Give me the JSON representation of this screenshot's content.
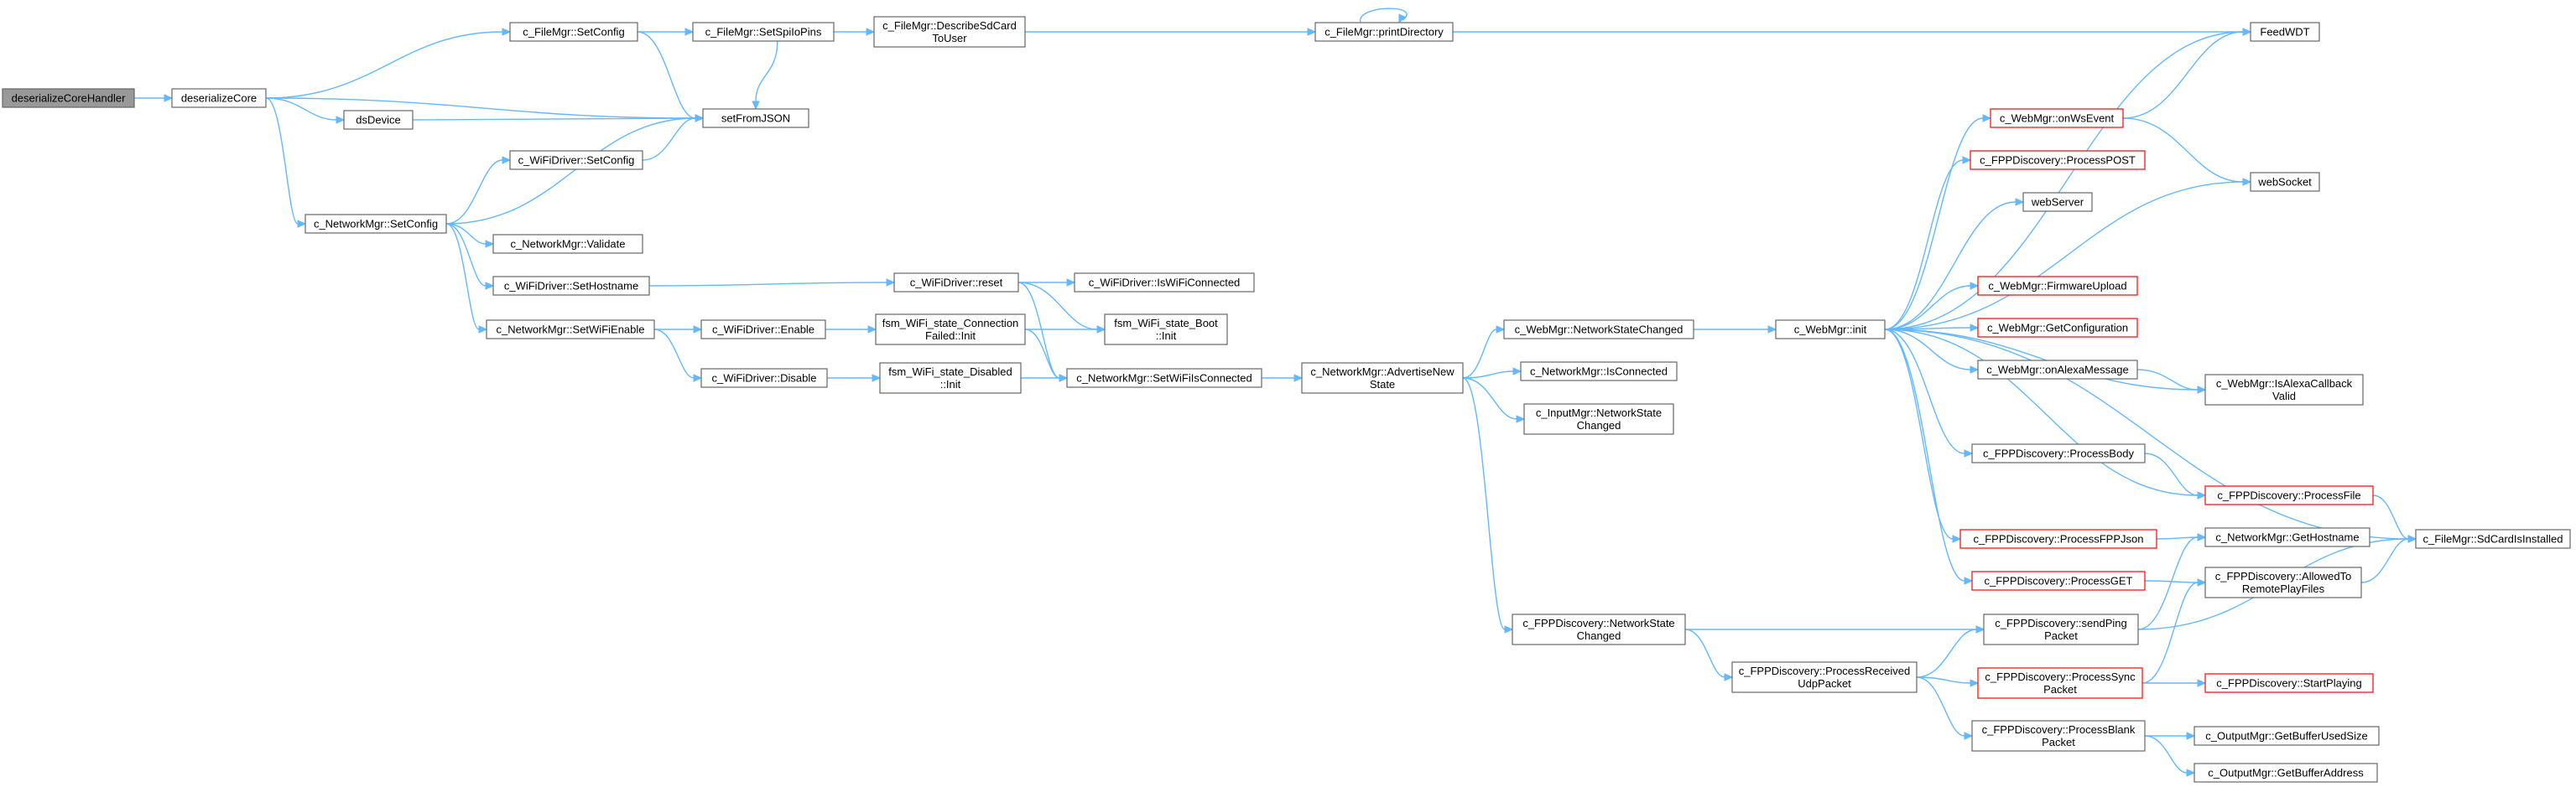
{
  "graph": {
    "nodes": [
      {
        "id": "deserializeCoreHandler",
        "lines": [
          "deserializeCoreHandler"
        ],
        "root": true
      },
      {
        "id": "deserializeCore",
        "lines": [
          "deserializeCore"
        ]
      },
      {
        "id": "FileMgrSetConfig",
        "lines": [
          "c_FileMgr::SetConfig"
        ]
      },
      {
        "id": "FileMgrSetSpiIoPins",
        "lines": [
          "c_FileMgr::SetSpiIoPins"
        ]
      },
      {
        "id": "FileMgrDescribeSdCard",
        "lines": [
          "c_FileMgr::DescribeSdCard",
          "ToUser"
        ]
      },
      {
        "id": "FileMgrPrintDirectory",
        "lines": [
          "c_FileMgr::printDirectory"
        ]
      },
      {
        "id": "FeedWDT",
        "lines": [
          "FeedWDT"
        ]
      },
      {
        "id": "setFromJSON",
        "lines": [
          "setFromJSON"
        ]
      },
      {
        "id": "dsDevice",
        "lines": [
          "dsDevice"
        ]
      },
      {
        "id": "WiFiDriverSetConfig",
        "lines": [
          "c_WiFiDriver::SetConfig"
        ]
      },
      {
        "id": "NetworkMgrSetConfig",
        "lines": [
          "c_NetworkMgr::SetConfig"
        ]
      },
      {
        "id": "NetworkMgrValidate",
        "lines": [
          "c_NetworkMgr::Validate"
        ]
      },
      {
        "id": "WiFiDriverSetHostname",
        "lines": [
          "c_WiFiDriver::SetHostname"
        ]
      },
      {
        "id": "WiFiDriverReset",
        "lines": [
          "c_WiFiDriver::reset"
        ]
      },
      {
        "id": "WiFiDriverIsWiFiConnected",
        "lines": [
          "c_WiFiDriver::IsWiFiConnected"
        ]
      },
      {
        "id": "NetworkMgrSetWiFiEnable",
        "lines": [
          "c_NetworkMgr::SetWiFiEnable"
        ]
      },
      {
        "id": "WiFiDriverEnable",
        "lines": [
          "c_WiFiDriver::Enable"
        ]
      },
      {
        "id": "fsmConnectionFailed",
        "lines": [
          "fsm_WiFi_state_Connection",
          "Failed::Init"
        ]
      },
      {
        "id": "fsmBoot",
        "lines": [
          "fsm_WiFi_state_Boot",
          "::Init"
        ]
      },
      {
        "id": "WiFiDriverDisable",
        "lines": [
          "c_WiFiDriver::Disable"
        ]
      },
      {
        "id": "fsmDisabled",
        "lines": [
          "fsm_WiFi_state_Disabled",
          "::Init"
        ]
      },
      {
        "id": "NetworkMgrSetWiFiIsConnected",
        "lines": [
          "c_NetworkMgr::SetWiFiIsConnected"
        ]
      },
      {
        "id": "NetworkMgrAdvertiseNewState",
        "lines": [
          "c_NetworkMgr::AdvertiseNew",
          "State"
        ]
      },
      {
        "id": "WebMgrNetworkStateChanged",
        "lines": [
          "c_WebMgr::NetworkStateChanged"
        ]
      },
      {
        "id": "NetworkMgrIsConnected",
        "lines": [
          "c_NetworkMgr::IsConnected"
        ]
      },
      {
        "id": "InputMgrNetworkStateChanged",
        "lines": [
          "c_InputMgr::NetworkState",
          "Changed"
        ]
      },
      {
        "id": "WebMgrInit",
        "lines": [
          "c_WebMgr::init"
        ]
      },
      {
        "id": "WebMgrOnWsEvent",
        "lines": [
          "c_WebMgr::onWsEvent"
        ],
        "red": true
      },
      {
        "id": "FPPDiscoveryProcessPOST",
        "lines": [
          "c_FPPDiscovery::ProcessPOST"
        ],
        "red": true
      },
      {
        "id": "webServer",
        "lines": [
          "webServer"
        ]
      },
      {
        "id": "webSocket",
        "lines": [
          "webSocket"
        ]
      },
      {
        "id": "WebMgrFirmwareUpload",
        "lines": [
          "c_WebMgr::FirmwareUpload"
        ],
        "red": true
      },
      {
        "id": "WebMgrGetConfiguration",
        "lines": [
          "c_WebMgr::GetConfiguration"
        ],
        "red": true
      },
      {
        "id": "WebMgrOnAlexaMessage",
        "lines": [
          "c_WebMgr::onAlexaMessage"
        ]
      },
      {
        "id": "WebMgrIsAlexaCallbackValid",
        "lines": [
          "c_WebMgr::IsAlexaCallback",
          "Valid"
        ]
      },
      {
        "id": "FPPDiscoveryProcessBody",
        "lines": [
          "c_FPPDiscovery::ProcessBody"
        ]
      },
      {
        "id": "FPPDiscoveryProcessFile",
        "lines": [
          "c_FPPDiscovery::ProcessFile"
        ],
        "red": true
      },
      {
        "id": "FPPDiscoveryProcessFPPJson",
        "lines": [
          "c_FPPDiscovery::ProcessFPPJson"
        ],
        "red": true
      },
      {
        "id": "NetworkMgrGetHostname",
        "lines": [
          "c_NetworkMgr::GetHostname"
        ]
      },
      {
        "id": "FileMgrSdCardIsInstalled",
        "lines": [
          "c_FileMgr::SdCardIsInstalled"
        ]
      },
      {
        "id": "FPPDiscoveryProcessGET",
        "lines": [
          "c_FPPDiscovery::ProcessGET"
        ],
        "red": true
      },
      {
        "id": "FPPDiscoveryAllowedToRemotePlayFiles",
        "lines": [
          "c_FPPDiscovery::AllowedTo",
          "RemotePlayFiles"
        ]
      },
      {
        "id": "FPPDiscoveryNetworkStateChanged",
        "lines": [
          "c_FPPDiscovery::NetworkState",
          "Changed"
        ]
      },
      {
        "id": "FPPDiscoverySendPingPacket",
        "lines": [
          "c_FPPDiscovery::sendPing",
          "Packet"
        ]
      },
      {
        "id": "FPPDiscoveryProcessReceivedUdpPacket",
        "lines": [
          "c_FPPDiscovery::ProcessReceived",
          "UdpPacket"
        ]
      },
      {
        "id": "FPPDiscoveryProcessSyncPacket",
        "lines": [
          "c_FPPDiscovery::ProcessSync",
          "Packet"
        ],
        "red": true
      },
      {
        "id": "FPPDiscoveryStartPlaying",
        "lines": [
          "c_FPPDiscovery::StartPlaying"
        ],
        "red": true
      },
      {
        "id": "FPPDiscoveryProcessBlankPacket",
        "lines": [
          "c_FPPDiscovery::ProcessBlank",
          "Packet"
        ]
      },
      {
        "id": "OutputMgrGetBufferUsedSize",
        "lines": [
          "c_OutputMgr::GetBufferUsedSize"
        ]
      },
      {
        "id": "OutputMgrGetBufferAddress",
        "lines": [
          "c_OutputMgr::GetBufferAddress"
        ]
      }
    ],
    "edges": [
      [
        "deserializeCoreHandler",
        "deserializeCore"
      ],
      [
        "deserializeCore",
        "FileMgrSetConfig"
      ],
      [
        "deserializeCore",
        "setFromJSON"
      ],
      [
        "deserializeCore",
        "dsDevice"
      ],
      [
        "deserializeCore",
        "NetworkMgrSetConfig"
      ],
      [
        "FileMgrSetConfig",
        "FileMgrSetSpiIoPins"
      ],
      [
        "FileMgrSetConfig",
        "setFromJSON"
      ],
      [
        "FileMgrSetSpiIoPins",
        "FileMgrDescribeSdCard"
      ],
      [
        "FileMgrSetSpiIoPins",
        "setFromJSON"
      ],
      [
        "FileMgrDescribeSdCard",
        "FileMgrPrintDirectory"
      ],
      [
        "FileMgrPrintDirectory",
        "FeedWDT"
      ],
      [
        "FileMgrPrintDirectory",
        "FileMgrPrintDirectory"
      ],
      [
        "dsDevice",
        "setFromJSON"
      ],
      [
        "WiFiDriverSetConfig",
        "setFromJSON"
      ],
      [
        "NetworkMgrSetConfig",
        "setFromJSON"
      ],
      [
        "NetworkMgrSetConfig",
        "WiFiDriverSetConfig"
      ],
      [
        "NetworkMgrSetConfig",
        "NetworkMgrValidate"
      ],
      [
        "NetworkMgrSetConfig",
        "WiFiDriverSetHostname"
      ],
      [
        "NetworkMgrSetConfig",
        "NetworkMgrSetWiFiEnable"
      ],
      [
        "WiFiDriverSetHostname",
        "WiFiDriverReset"
      ],
      [
        "WiFiDriverReset",
        "WiFiDriverIsWiFiConnected"
      ],
      [
        "WiFiDriverReset",
        "fsmBoot"
      ],
      [
        "WiFiDriverReset",
        "NetworkMgrSetWiFiIsConnected"
      ],
      [
        "NetworkMgrSetWiFiEnable",
        "WiFiDriverEnable"
      ],
      [
        "NetworkMgrSetWiFiEnable",
        "WiFiDriverDisable"
      ],
      [
        "WiFiDriverEnable",
        "fsmConnectionFailed"
      ],
      [
        "fsmConnectionFailed",
        "fsmBoot"
      ],
      [
        "fsmConnectionFailed",
        "NetworkMgrSetWiFiIsConnected"
      ],
      [
        "WiFiDriverDisable",
        "fsmDisabled"
      ],
      [
        "fsmDisabled",
        "NetworkMgrSetWiFiIsConnected"
      ],
      [
        "NetworkMgrSetWiFiIsConnected",
        "NetworkMgrAdvertiseNewState"
      ],
      [
        "NetworkMgrAdvertiseNewState",
        "WebMgrNetworkStateChanged"
      ],
      [
        "NetworkMgrAdvertiseNewState",
        "NetworkMgrIsConnected"
      ],
      [
        "NetworkMgrAdvertiseNewState",
        "InputMgrNetworkStateChanged"
      ],
      [
        "NetworkMgrAdvertiseNewState",
        "FPPDiscoveryNetworkStateChanged"
      ],
      [
        "WebMgrNetworkStateChanged",
        "WebMgrInit"
      ],
      [
        "WebMgrInit",
        "FeedWDT"
      ],
      [
        "WebMgrInit",
        "WebMgrOnWsEvent"
      ],
      [
        "WebMgrInit",
        "FPPDiscoveryProcessPOST"
      ],
      [
        "WebMgrInit",
        "webServer"
      ],
      [
        "WebMgrInit",
        "webSocket"
      ],
      [
        "WebMgrInit",
        "WebMgrFirmwareUpload"
      ],
      [
        "WebMgrInit",
        "WebMgrGetConfiguration"
      ],
      [
        "WebMgrInit",
        "WebMgrOnAlexaMessage"
      ],
      [
        "WebMgrInit",
        "WebMgrIsAlexaCallbackValid"
      ],
      [
        "WebMgrInit",
        "FPPDiscoveryProcessBody"
      ],
      [
        "WebMgrInit",
        "FPPDiscoveryProcessFile"
      ],
      [
        "WebMgrInit",
        "FPPDiscoveryProcessFPPJson"
      ],
      [
        "WebMgrInit",
        "FPPDiscoveryProcessGET"
      ],
      [
        "WebMgrInit",
        "FileMgrSdCardIsInstalled"
      ],
      [
        "WebMgrOnWsEvent",
        "FeedWDT"
      ],
      [
        "WebMgrOnWsEvent",
        "webSocket"
      ],
      [
        "WebMgrOnAlexaMessage",
        "WebMgrIsAlexaCallbackValid"
      ],
      [
        "FPPDiscoveryProcessBody",
        "FPPDiscoveryProcessFile"
      ],
      [
        "FPPDiscoveryProcessFile",
        "FileMgrSdCardIsInstalled"
      ],
      [
        "FPPDiscoveryProcessFPPJson",
        "NetworkMgrGetHostname"
      ],
      [
        "FPPDiscoveryProcessGET",
        "FPPDiscoveryAllowedToRemotePlayFiles"
      ],
      [
        "FPPDiscoveryAllowedToRemotePlayFiles",
        "FileMgrSdCardIsInstalled"
      ],
      [
        "FPPDiscoveryNetworkStateChanged",
        "FPPDiscoverySendPingPacket"
      ],
      [
        "FPPDiscoveryNetworkStateChanged",
        "FPPDiscoveryProcessReceivedUdpPacket"
      ],
      [
        "FPPDiscoverySendPingPacket",
        "NetworkMgrGetHostname"
      ],
      [
        "FPPDiscoverySendPingPacket",
        "FileMgrSdCardIsInstalled"
      ],
      [
        "FPPDiscoveryProcessReceivedUdpPacket",
        "FPPDiscoverySendPingPacket"
      ],
      [
        "FPPDiscoveryProcessReceivedUdpPacket",
        "FPPDiscoveryProcessSyncPacket"
      ],
      [
        "FPPDiscoveryProcessReceivedUdpPacket",
        "FPPDiscoveryProcessBlankPacket"
      ],
      [
        "FPPDiscoveryProcessSyncPacket",
        "FPPDiscoveryAllowedToRemotePlayFiles"
      ],
      [
        "FPPDiscoveryProcessSyncPacket",
        "FPPDiscoveryStartPlaying"
      ],
      [
        "FPPDiscoveryProcessBlankPacket",
        "OutputMgrGetBufferUsedSize"
      ],
      [
        "FPPDiscoveryProcessBlankPacket",
        "OutputMgrGetBufferAddress"
      ]
    ]
  },
  "colors": {
    "edge": "#63b8ff",
    "node_border": "#666666",
    "node_highlight_border": "#ff0000",
    "root_fill": "#999999"
  }
}
